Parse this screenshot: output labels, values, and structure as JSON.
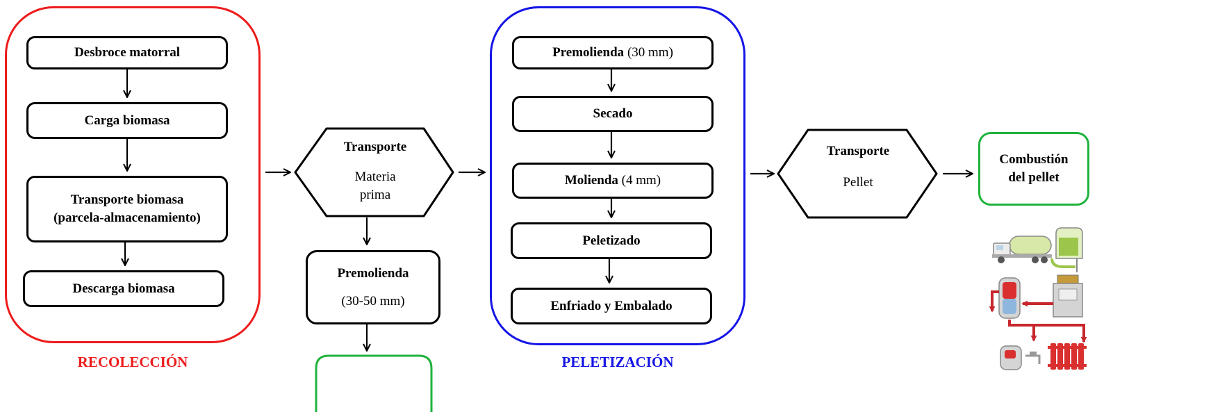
{
  "recoleccion": {
    "title": "RECOLECCIÓN",
    "steps": [
      "Desbroce matorral",
      "Carga biomasa",
      "Transporte biomasa",
      "(parcela-almacenamiento)",
      "Descarga biomasa"
    ]
  },
  "transporte_mp": {
    "title": "Transporte",
    "line1": "Materia",
    "line2": "prima"
  },
  "premolienda_side": {
    "title": "Premolienda",
    "detail": "(30-50 mm)"
  },
  "peletizacion": {
    "title": "PELETIZACIÓN",
    "steps": [
      {
        "bold": "Premolienda",
        "detail": " (30 mm)"
      },
      {
        "bold": "Secado",
        "detail": ""
      },
      {
        "bold": "Molienda",
        "detail": " (4 mm)"
      },
      {
        "bold": "Peletizado",
        "detail": ""
      },
      {
        "bold": "Enfriado y Embalado",
        "detail": ""
      }
    ]
  },
  "transporte_pellet": {
    "title": "Transporte",
    "line1": "Pellet"
  },
  "combustion": {
    "line1": "Combustión",
    "line2": "del pellet"
  },
  "colors": {
    "recoleccion": "#ee1c1c",
    "peletizacion": "#1515e6",
    "green": "#1fb33c",
    "pipe": "#c8282d"
  }
}
